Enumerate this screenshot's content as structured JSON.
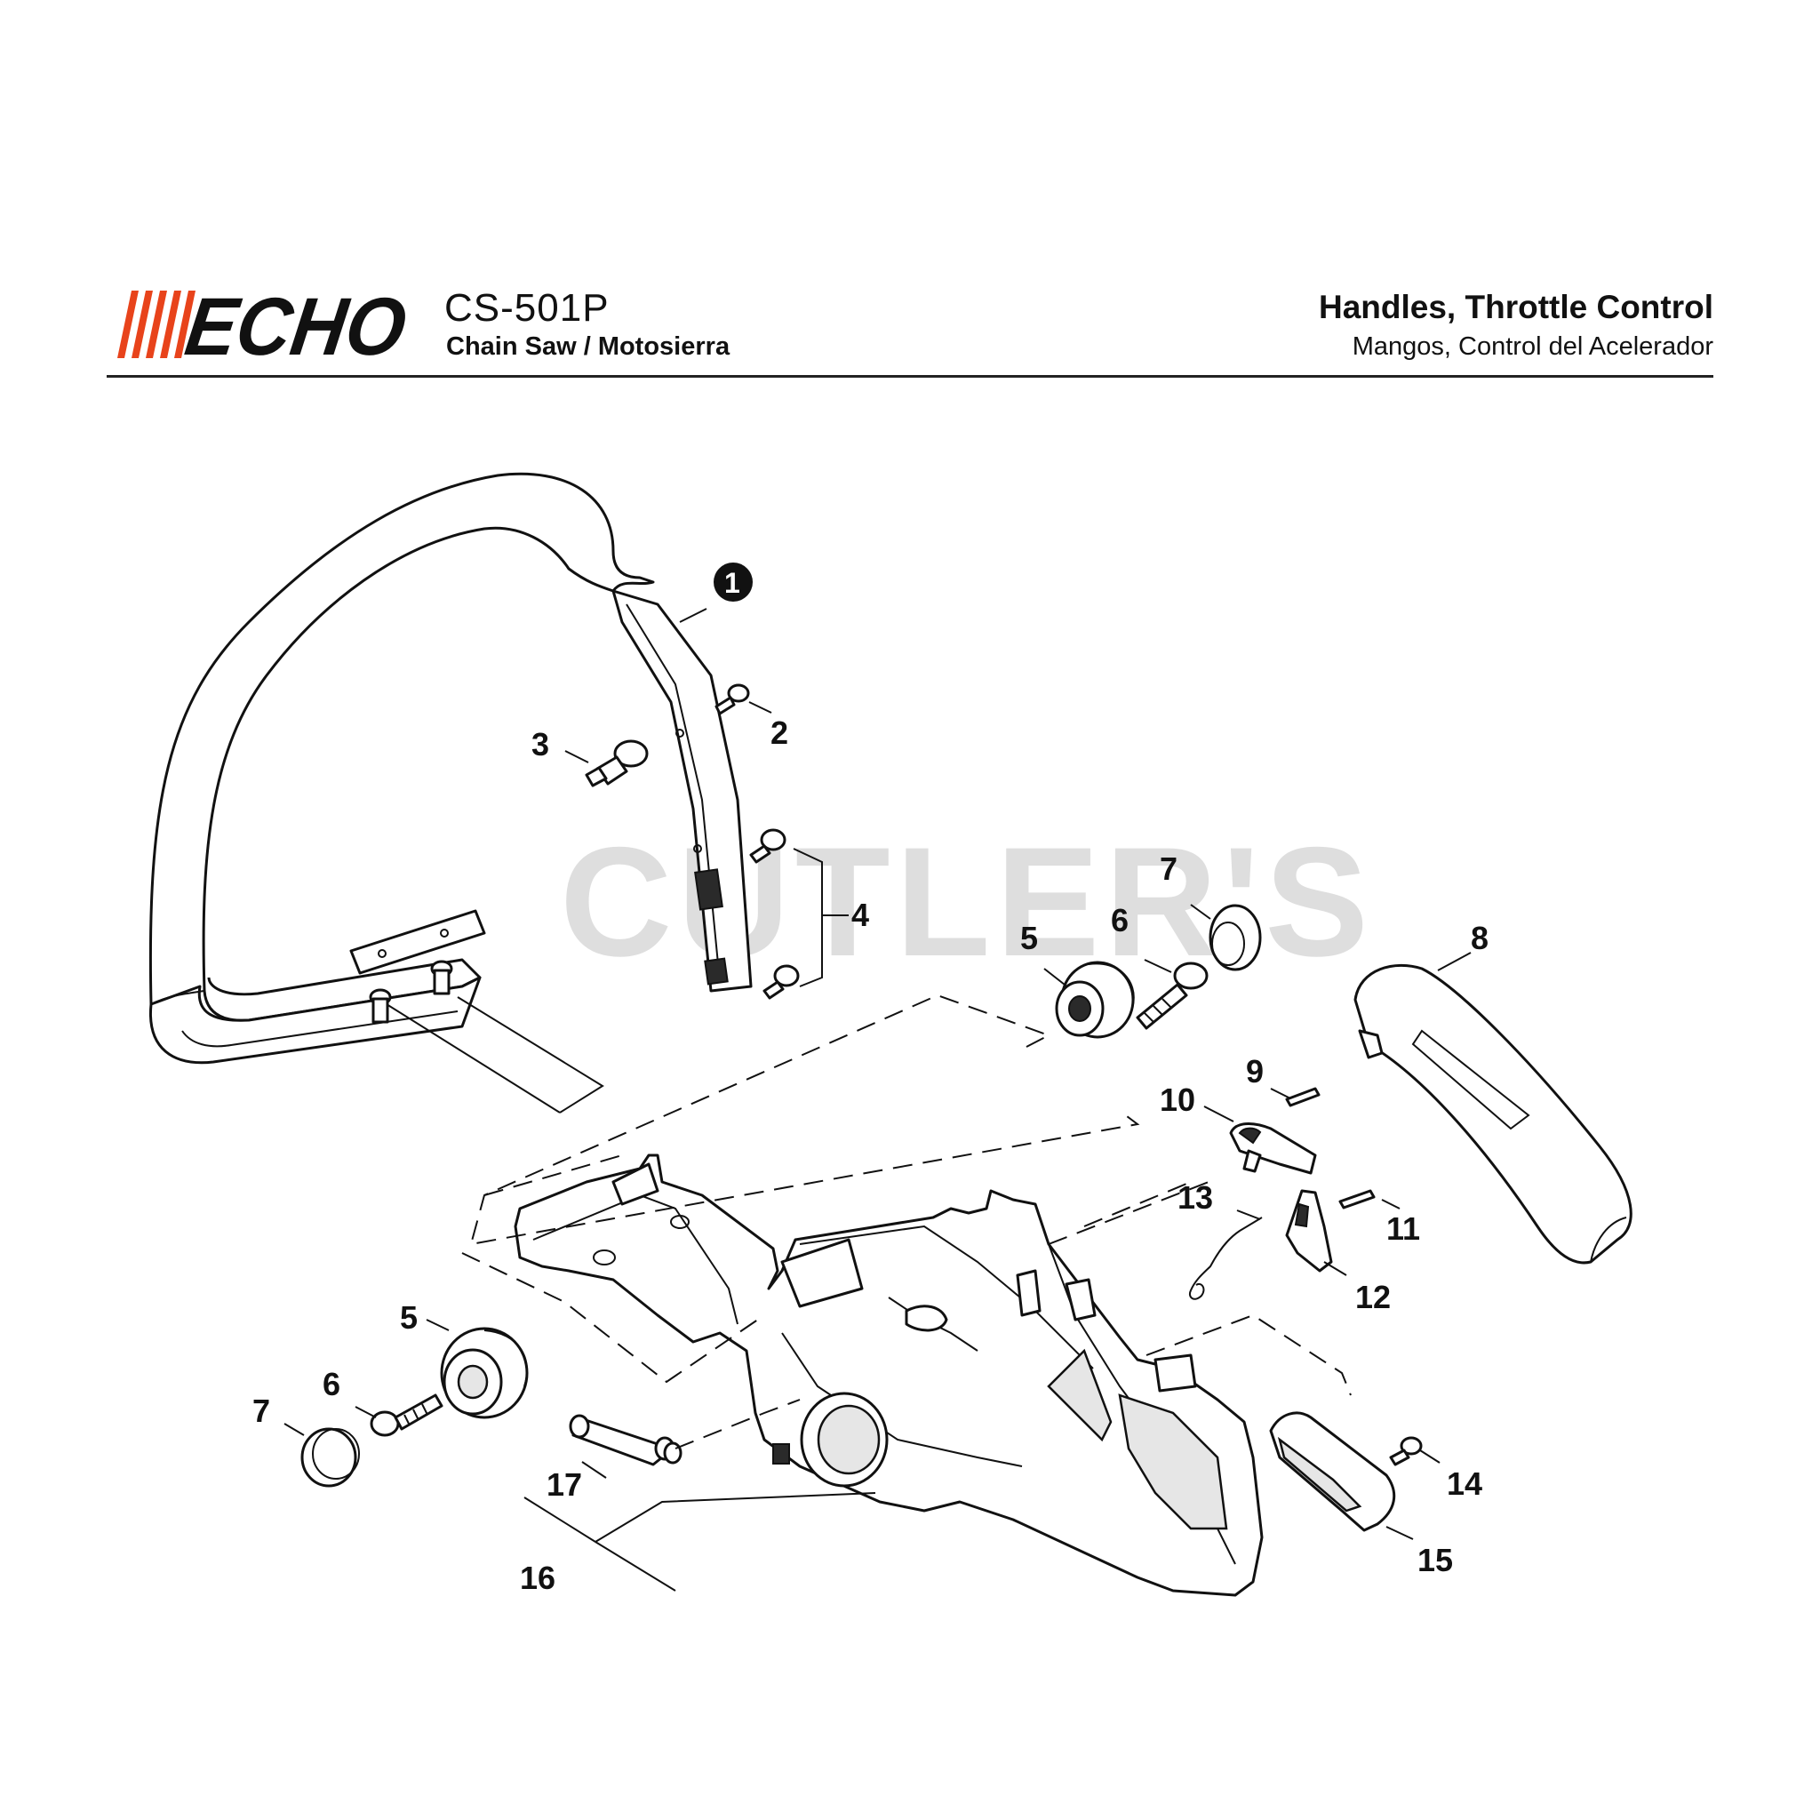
{
  "header": {
    "brand": "ECHO",
    "model": "CS-501P",
    "subtitle": "Chain Saw / Motosierra",
    "title_en": "Handles, Throttle Control",
    "title_es": "Mangos, Control del Acelerador"
  },
  "watermark": "CUTLER'S",
  "callouts": {
    "c1": "1",
    "c2": "2",
    "c3": "3",
    "c4": "4",
    "c5a": "5",
    "c5b": "5",
    "c6a": "6",
    "c6b": "6",
    "c7a": "7",
    "c7b": "7",
    "c8": "8",
    "c9": "9",
    "c10": "10",
    "c11": "11",
    "c12": "12",
    "c13": "13",
    "c14": "14",
    "c15": "15",
    "c16": "16",
    "c17": "17"
  },
  "colors": {
    "brand_stripes": "#e8431b",
    "ink": "#111111",
    "watermark": "#d9d9d9"
  }
}
